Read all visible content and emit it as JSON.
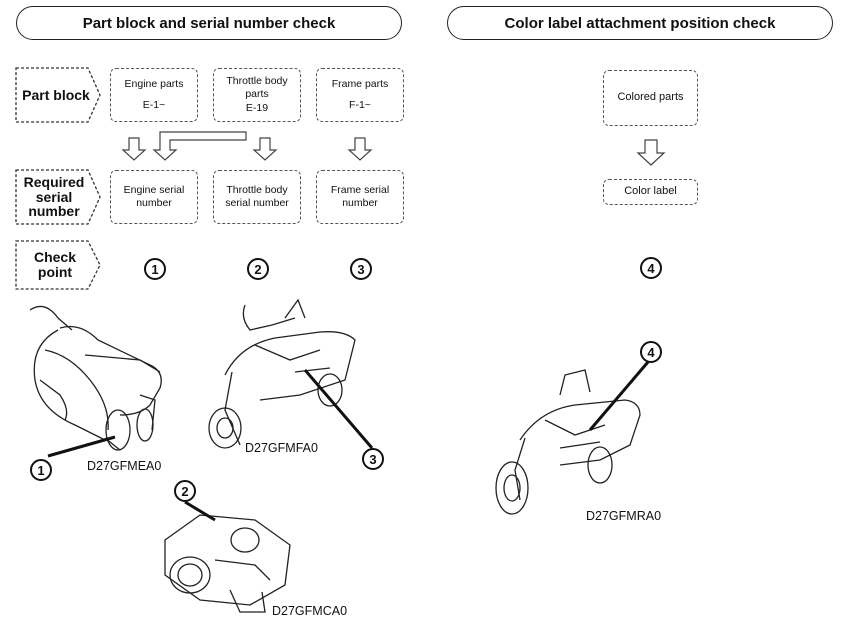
{
  "headers": {
    "left": "Part block and serial number check",
    "right": "Color label attachment position check"
  },
  "row_labels": {
    "part_block": "Part block",
    "required_serial": "Required serial number",
    "check_point": "Check point"
  },
  "part_blocks": [
    {
      "name": "Engine parts",
      "code": "E-1~"
    },
    {
      "name": "Throttle body parts",
      "code": "E-19"
    },
    {
      "name": "Frame parts",
      "code": "F-1~"
    }
  ],
  "serial_numbers": [
    "Engine serial number",
    "Throttle body serial number",
    "Frame serial number"
  ],
  "check_points": [
    "1",
    "2",
    "3"
  ],
  "color_flow": {
    "top": "Colored parts",
    "bottom": "Color label",
    "check_point": "4"
  },
  "illustrations": {
    "scooter_rear": {
      "code": "D27GFMEA0",
      "marker": "1"
    },
    "scooter_front": {
      "code": "D27GFMFA0",
      "marker": "3"
    },
    "throttle_body": {
      "code": "D27GFMCA0",
      "marker": "2"
    },
    "scooter_color": {
      "code": "D27GFMRA0",
      "marker": "4"
    }
  }
}
